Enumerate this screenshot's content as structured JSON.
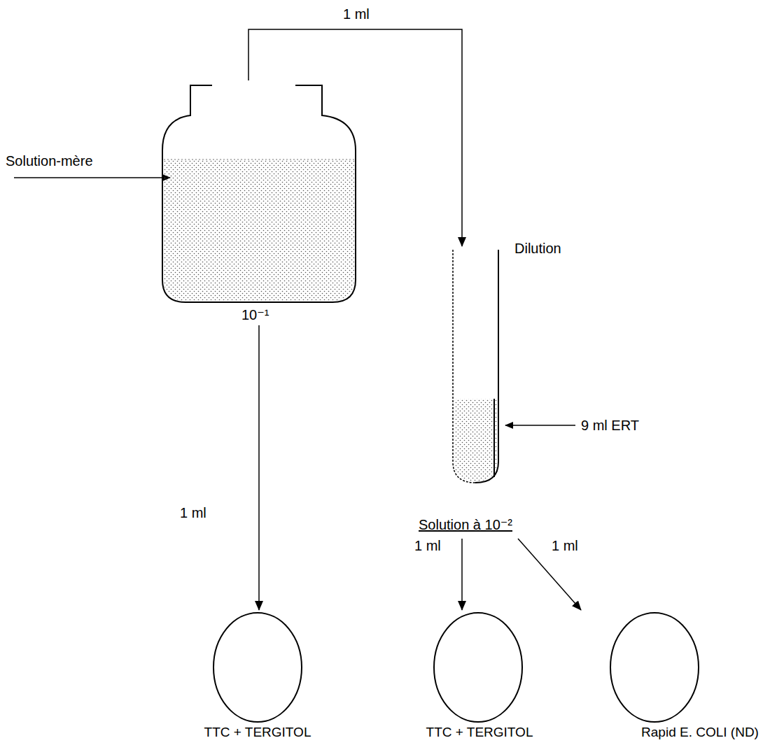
{
  "diagram": {
    "nodes": [
      {
        "text": [
          "Solution-mère",
          "10⁻¹"
        ]
      },
      {
        "text": [
          "Dilution",
          "9 ml ERT",
          "Solution à 10⁻²"
        ]
      },
      {
        "text": [
          "TTC + TERGITOL"
        ]
      },
      {
        "text": [
          "TTC + TERGITOL"
        ]
      },
      {
        "text": [
          "Rapid E. COLI (ND)"
        ]
      }
    ],
    "edges": [
      {
        "from": 0,
        "to": 1,
        "label": "1 ml",
        "arrow": "to"
      },
      {
        "from": 0,
        "to": 2,
        "label": "1 ml",
        "arrow": "to"
      },
      {
        "from": 1,
        "to": 3,
        "label": "1 ml",
        "arrow": "to"
      },
      {
        "from": 1,
        "to": 4,
        "label": "1 ml",
        "arrow": "to"
      }
    ]
  }
}
